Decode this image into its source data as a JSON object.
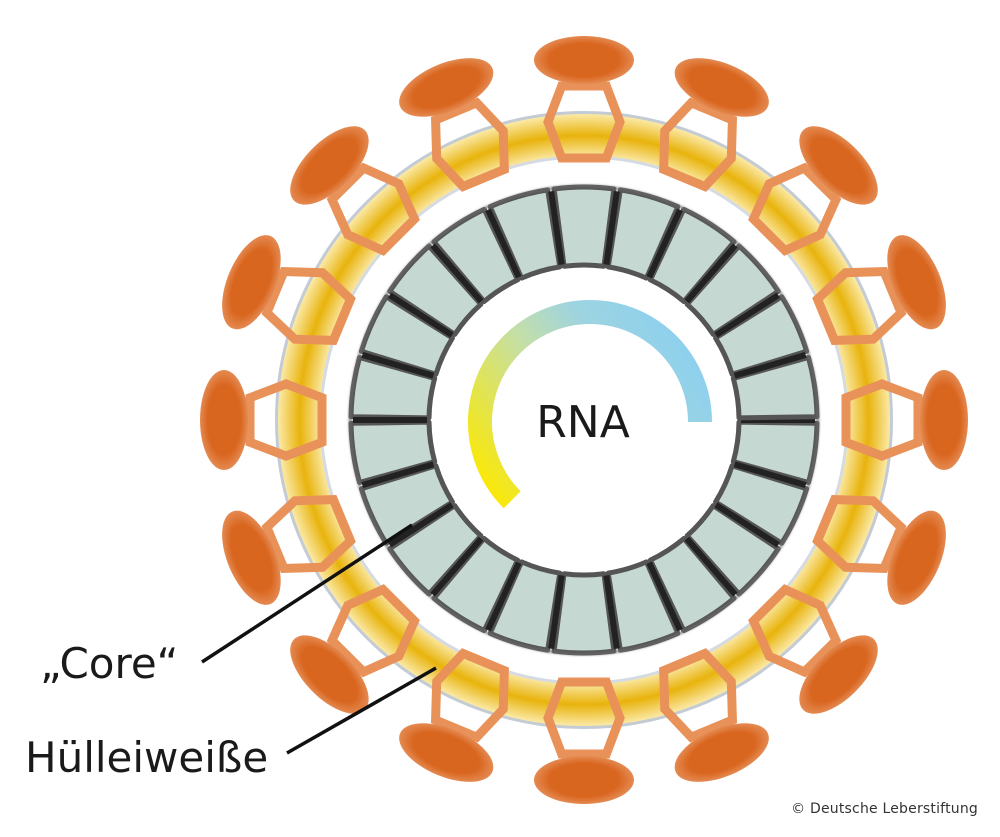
{
  "diagram": {
    "subject": "Virus particle structure (hepatitis virus schematic)",
    "center_label": "RNA",
    "labels": [
      {
        "id": "core",
        "text": "„Core“",
        "points_to": "capsid segment"
      },
      {
        "id": "envelope",
        "text": "Hülleiweiße",
        "points_to": "envelope ring"
      }
    ],
    "copyright": "© Deutsche Leberstiftung",
    "components": {
      "spike_count": 16,
      "capsid_segment_count": 22
    },
    "colors": {
      "spike_head": "#d9661f",
      "spike_linker": "#e8925a",
      "envelope": "#e8b30c",
      "envelope_edge": "#b9c2cc",
      "capsid_fill": "#c5d8d2",
      "capsid_stroke": "#222222",
      "rna_start": "#f8e80e",
      "rna_end": "#8dd0ee",
      "text": "#1a1a1a"
    }
  }
}
